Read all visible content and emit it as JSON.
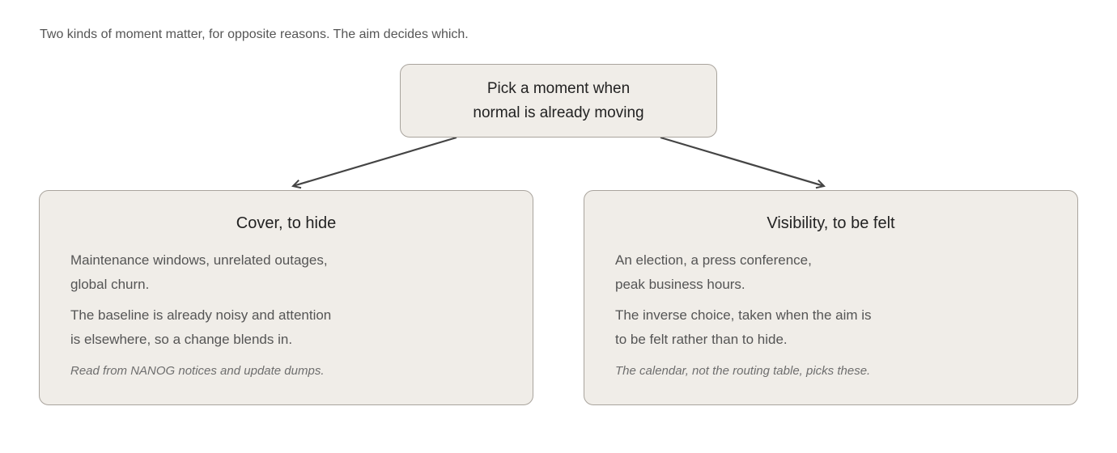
{
  "caption": "Two kinds of moment matter, for opposite reasons. The aim decides which.",
  "root": {
    "lines": [
      "Pick a moment when",
      "normal is already moving"
    ]
  },
  "branches": [
    {
      "title": "Cover, to hide",
      "para1": [
        "Maintenance windows, unrelated outages,",
        "global churn."
      ],
      "para2": [
        "The baseline is already noisy and attention",
        "is elsewhere, so a change blends in."
      ],
      "note": "Read from NANOG notices and update dumps."
    },
    {
      "title": "Visibility, to be felt",
      "para1": [
        "An election, a press conference,",
        "peak business hours."
      ],
      "para2": [
        "The inverse choice, taken when the aim is",
        "to be felt rather than to hide."
      ],
      "note": "The calendar, not the routing table, picks these."
    }
  ],
  "colors": {
    "node_fill": "#f0ede8",
    "node_border": "#a9a49d",
    "arrow": "#444444",
    "body_text": "#555555"
  }
}
